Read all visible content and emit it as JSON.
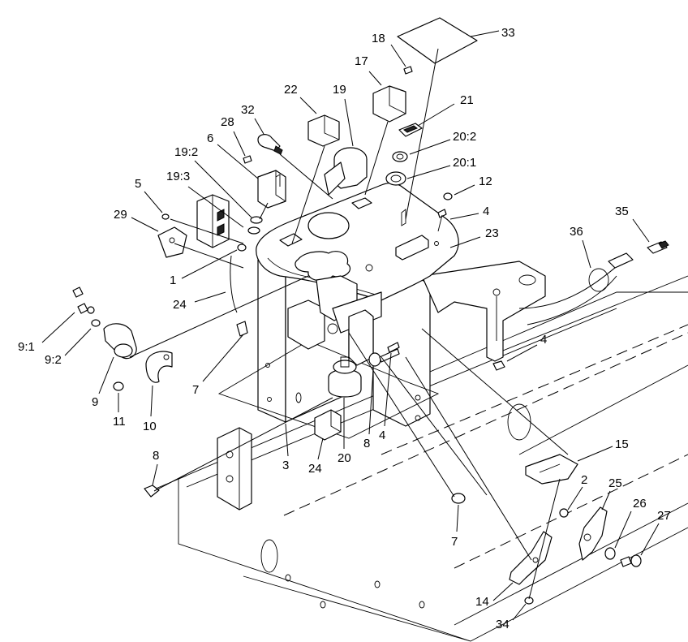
{
  "callouts": {
    "c1": "1",
    "c2": "2",
    "c3": "3",
    "c4a": "4",
    "c4b": "4",
    "c4c": "4",
    "c5": "5",
    "c6": "6",
    "c7a": "7",
    "c7b": "7",
    "c8a": "8",
    "c8b": "8",
    "c9": "9",
    "c9_1": "9:1",
    "c9_2": "9:2",
    "c10": "10",
    "c11": "11",
    "c12": "12",
    "c14": "14",
    "c15": "15",
    "c17": "17",
    "c18": "18",
    "c19": "19",
    "c19_2": "19:2",
    "c19_3": "19:3",
    "c20a": "20",
    "c20_1": "20:1",
    "c20_2": "20:2",
    "c21": "21",
    "c22": "22",
    "c23": "23",
    "c24a": "24",
    "c24b": "24",
    "c25": "25",
    "c26": "26",
    "c27": "27",
    "c28": "28",
    "c29": "29",
    "c32": "32",
    "c33": "33",
    "c34": "34",
    "c35": "35",
    "c36": "36"
  }
}
